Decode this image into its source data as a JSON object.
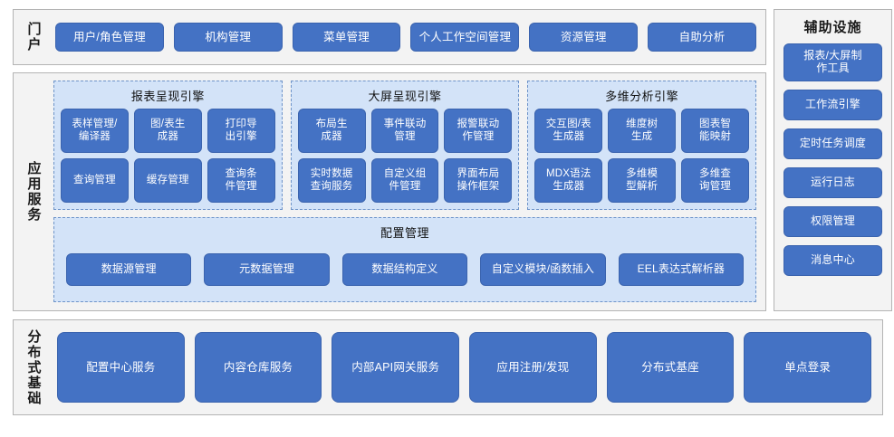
{
  "portal": {
    "label": "门户",
    "items": [
      {
        "name": "user-role-management",
        "label": "用户/角色管理"
      },
      {
        "name": "org-management",
        "label": "机构管理"
      },
      {
        "name": "menu-management",
        "label": "菜单管理"
      },
      {
        "name": "personal-workspace-management",
        "label": "个人工作空间管理"
      },
      {
        "name": "resource-management",
        "label": "资源管理"
      },
      {
        "name": "self-service-analysis",
        "label": "自助分析"
      }
    ]
  },
  "aux": {
    "title": "辅助设施",
    "items": [
      {
        "name": "report-dashboard-authoring-tool",
        "label": "报表/大屏制\n作工具"
      },
      {
        "name": "workflow-engine",
        "label": "工作流引擎"
      },
      {
        "name": "scheduled-task-scheduler",
        "label": "定时任务调度"
      },
      {
        "name": "runtime-log",
        "label": "运行日志"
      },
      {
        "name": "permission-management",
        "label": "权限管理"
      },
      {
        "name": "message-center",
        "label": "消息中心"
      }
    ]
  },
  "app_services": {
    "label": "应用服务",
    "engines": [
      {
        "name": "report-rendering-engine",
        "title": "报表呈现引擎",
        "items": [
          {
            "name": "form-template-management-compiler",
            "label": "表样管理/\n编译器"
          },
          {
            "name": "chart-table-generator",
            "label": "图/表生\n成器"
          },
          {
            "name": "print-export-engine",
            "label": "打印导\n出引擎"
          },
          {
            "name": "query-management",
            "label": "查询管理"
          },
          {
            "name": "cache-management",
            "label": "缓存管理"
          },
          {
            "name": "query-condition-management",
            "label": "查询条\n件管理"
          }
        ]
      },
      {
        "name": "large-screen-rendering-engine",
        "title": "大屏呈现引擎",
        "items": [
          {
            "name": "layout-generator",
            "label": "布局生\n成器"
          },
          {
            "name": "event-linkage-management",
            "label": "事件联动\n管理"
          },
          {
            "name": "alarm-linkage-action-management",
            "label": "报警联动\n作管理"
          },
          {
            "name": "realtime-data-query-service",
            "label": "实时数据\n查询服务"
          },
          {
            "name": "custom-component-management",
            "label": "自定义组\n件管理"
          },
          {
            "name": "ui-layout-operation-framework",
            "label": "界面布局\n操作框架"
          }
        ]
      },
      {
        "name": "multidimensional-analysis-engine",
        "title": "多维分析引擎",
        "items": [
          {
            "name": "interactive-chart-table-generator",
            "label": "交互图/表\n生成器"
          },
          {
            "name": "dimension-tree-generation",
            "label": "维度树\n生成"
          },
          {
            "name": "chart-smart-mapping",
            "label": "图表智\n能映射"
          },
          {
            "name": "mdx-syntax-generator",
            "label": "MDX语法\n生成器"
          },
          {
            "name": "multidimensional-model-parsing",
            "label": "多维模\n型解析"
          },
          {
            "name": "multidimensional-query-management",
            "label": "多维查\n询管理"
          }
        ]
      }
    ],
    "config": {
      "name": "configuration-management",
      "title": "配置管理",
      "items": [
        {
          "name": "datasource-management",
          "label": "数据源管理"
        },
        {
          "name": "metadata-management",
          "label": "元数据管理"
        },
        {
          "name": "data-structure-definition",
          "label": "数据结构定义"
        },
        {
          "name": "custom-module-function-insert",
          "label": "自定义模块/函数插入"
        },
        {
          "name": "eel-expression-parser",
          "label": "EEL表达式解析器"
        }
      ]
    }
  },
  "distributed_base": {
    "label": "分布式基础",
    "items": [
      {
        "name": "config-center-service",
        "label": "配置中心服务"
      },
      {
        "name": "content-repository-service",
        "label": "内容仓库服务"
      },
      {
        "name": "internal-api-gateway-service",
        "label": "内部API网关服务"
      },
      {
        "name": "app-registration-discovery",
        "label": "应用注册/发现"
      },
      {
        "name": "distributed-foundation",
        "label": "分布式基座"
      },
      {
        "name": "single-sign-on",
        "label": "单点登录"
      }
    ]
  },
  "colors": {
    "button_blue": "#4472C4",
    "group_background": "#d3e3f8",
    "region_background": "#f3f3f3",
    "region_border": "#b4b4b4",
    "group_border": "#6d93c9"
  }
}
